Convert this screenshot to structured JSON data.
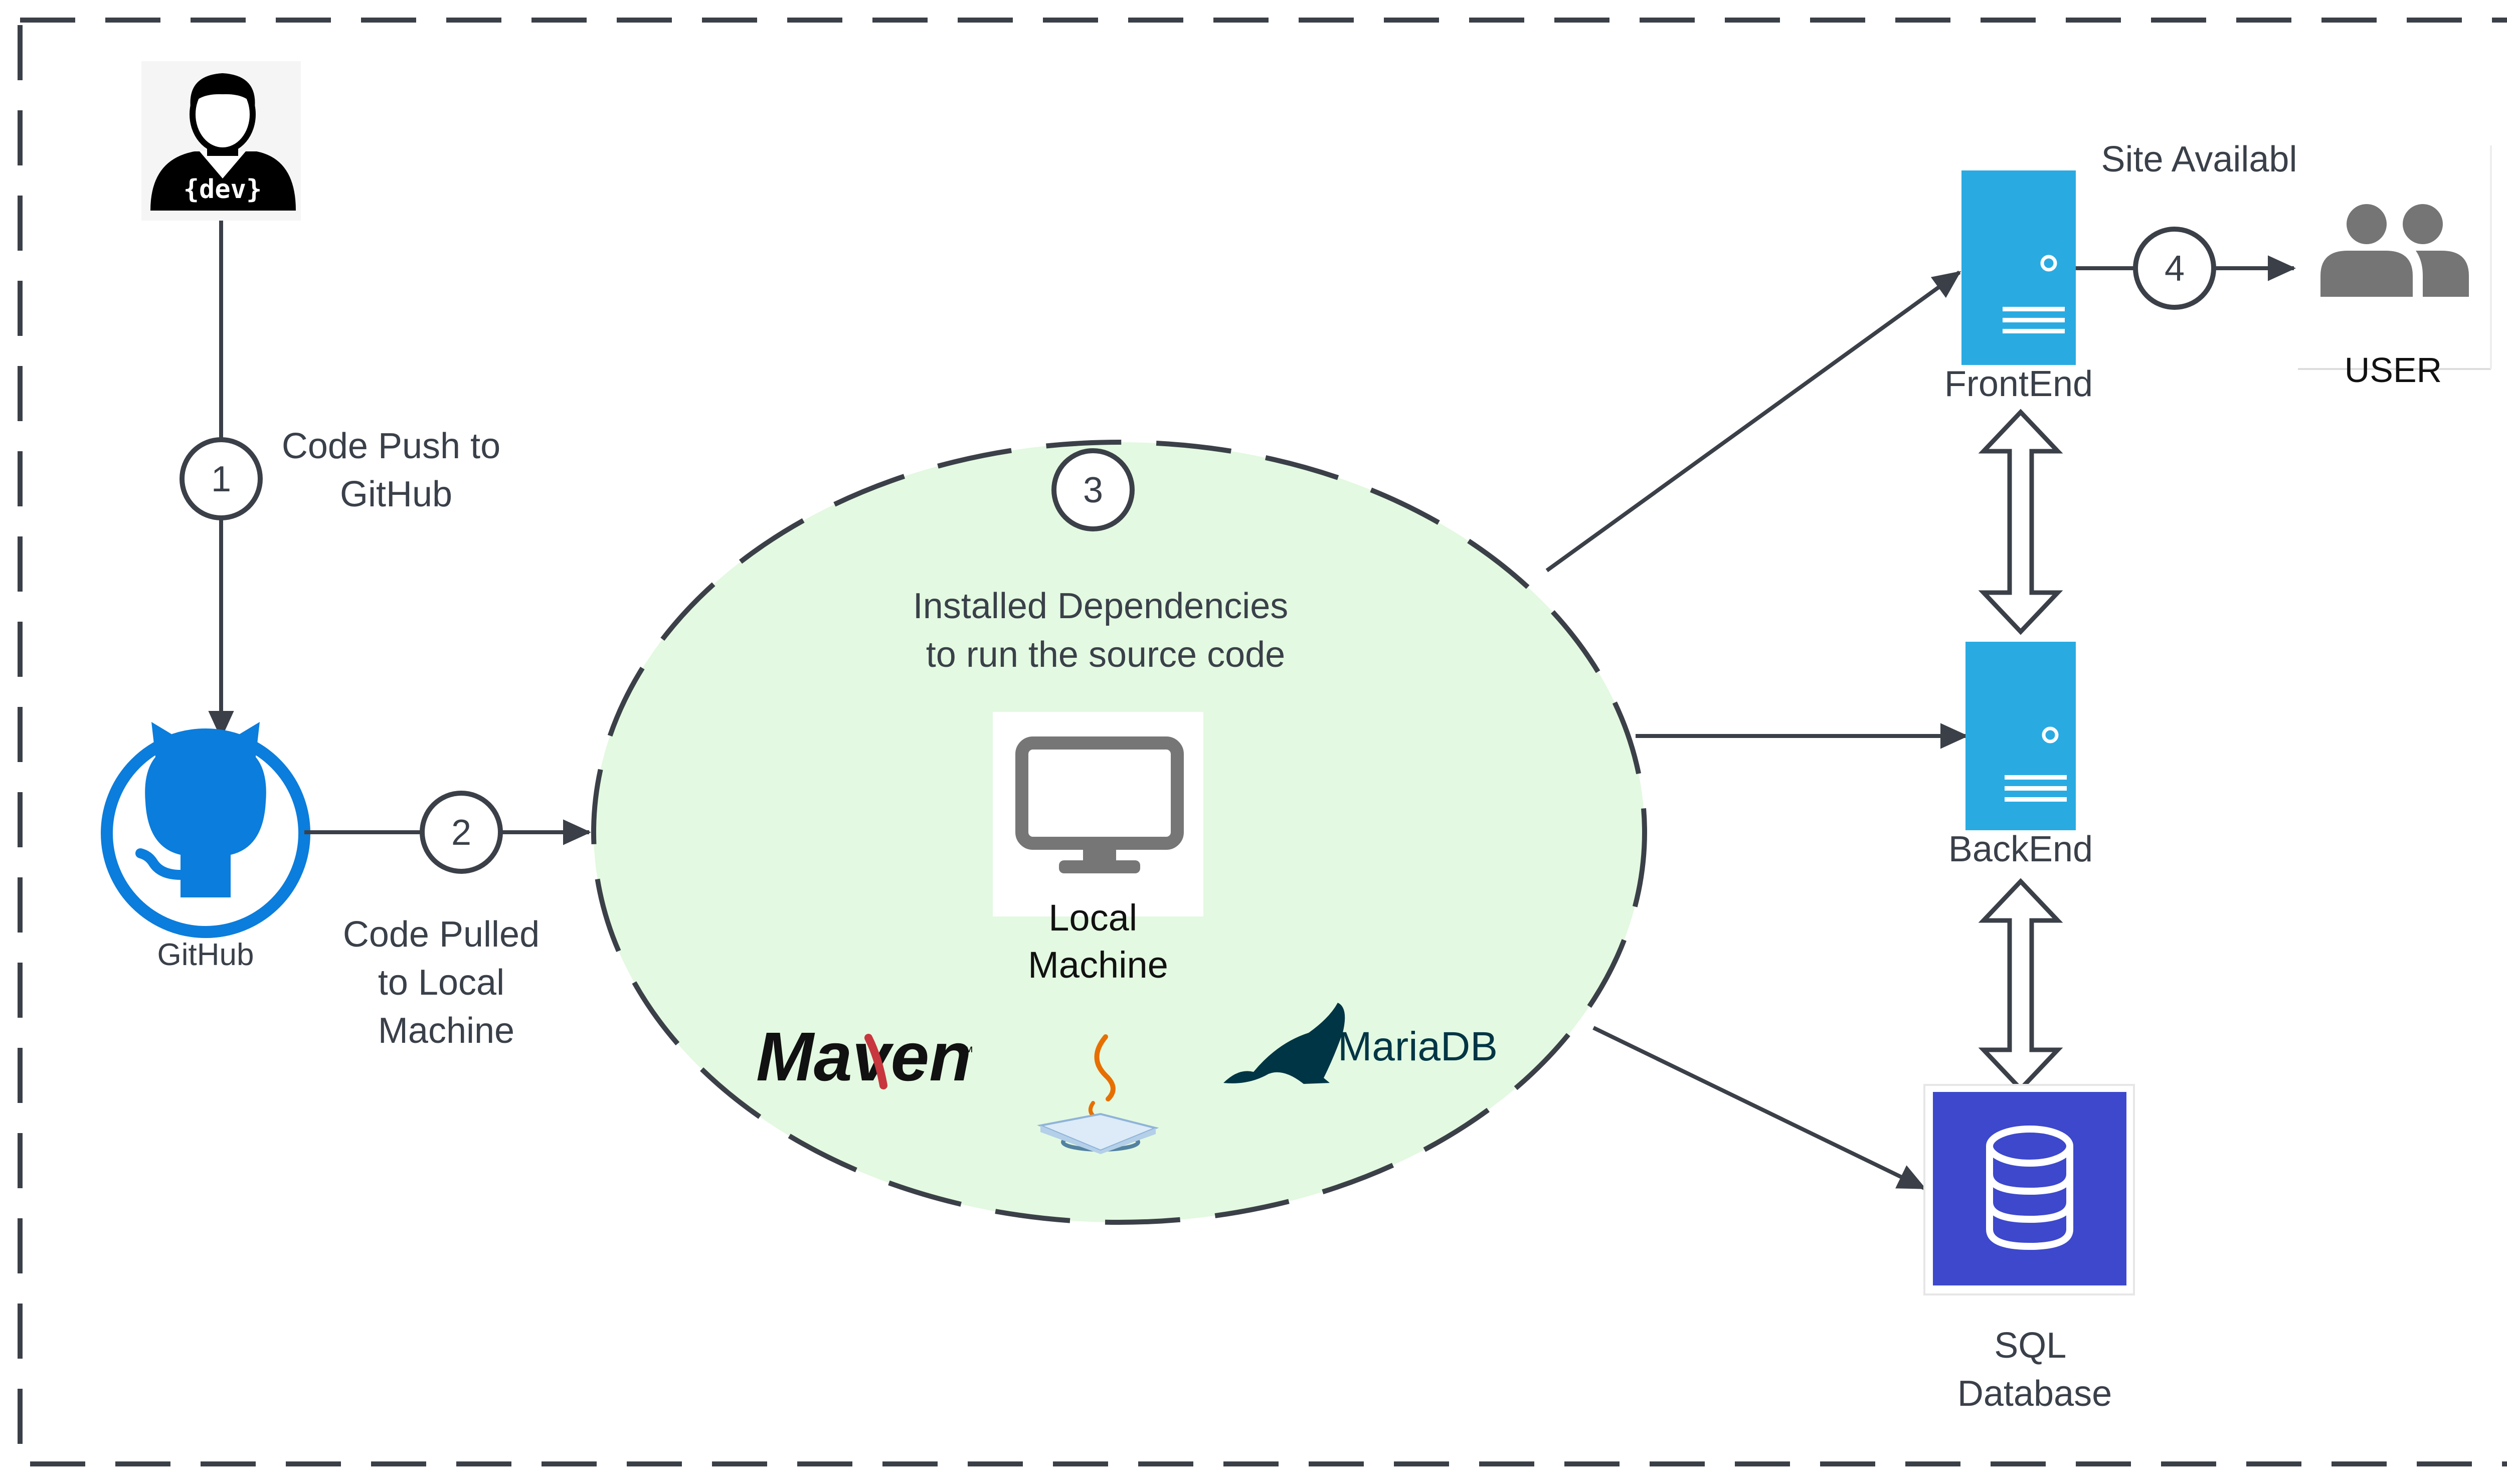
{
  "colors": {
    "frame": "#3b4048",
    "cloud_fill": "#e3f9e1",
    "server_blue": "#29abe2",
    "github_blue": "#0b7ddc",
    "database_blue": "#3d48cc",
    "monitor_gray": "#767676",
    "mariadb_teal": "#003545"
  },
  "developer": {
    "icon": "developer-person-icon",
    "badge": "{dev}"
  },
  "github": {
    "icon": "github-octocat-icon",
    "label": "GitHub"
  },
  "steps": [
    {
      "number": "1",
      "caption": [
        "Code Push to",
        "GitHub"
      ]
    },
    {
      "number": "2",
      "caption": [
        "Code Pulled",
        "to Local",
        "Machine"
      ]
    },
    {
      "number": "3",
      "caption": [
        "Installed Dependencies",
        "to run the source code"
      ]
    },
    {
      "number": "4",
      "caption": [
        "Site Available"
      ]
    }
  ],
  "local_machine": {
    "icon": "monitor-icon",
    "label": [
      "Local",
      "Machine"
    ]
  },
  "logos": {
    "maven": "Maven",
    "maven_tm": "™",
    "java": "java-cup-icon",
    "mariadb": "MariaDB"
  },
  "frontend": {
    "icon": "server-icon",
    "label": "FrontEnd"
  },
  "backend": {
    "icon": "server-icon",
    "label": "BackEnd"
  },
  "database": {
    "icon": "database-icon",
    "label": [
      "SQL",
      "Database"
    ]
  },
  "user": {
    "icon": "users-icon",
    "label": "USER"
  }
}
